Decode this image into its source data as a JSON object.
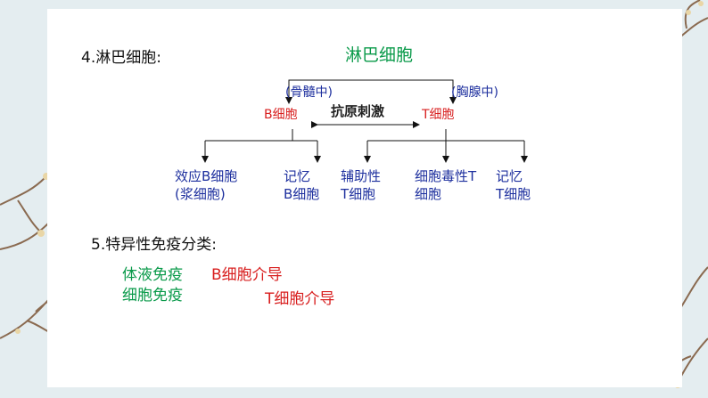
{
  "slide": {
    "heading_lymph": "4.淋巴细胞:",
    "heading_immunity": "5.特异性免疫分类:"
  },
  "diagram": {
    "root": "淋巴细胞",
    "origin_b": "(骨髓中)",
    "origin_t": "(胸腺中)",
    "b_cell": "B细胞",
    "t_cell": "T细胞",
    "stimulus": "抗原刺激",
    "children": {
      "effector_b_1": "效应B细胞",
      "effector_b_2": "(浆细胞)",
      "memory_b_1": "记忆",
      "memory_b_2": "B细胞",
      "helper_t_1": "辅助性",
      "helper_t_2": "T细胞",
      "cytotoxic_t_1": "细胞毒性T",
      "cytotoxic_t_2": "细胞",
      "memory_t_1": "记忆",
      "memory_t_2": "T细胞"
    }
  },
  "immunity": {
    "humoral": "体液免疫",
    "cellular": "细胞免疫",
    "b_mediated": "B细胞介导",
    "t_mediated": "T细胞介导"
  },
  "colors": {
    "green": "#0a9a4a",
    "red": "#d81e1e",
    "blue": "#1d2f9e",
    "background": "#e4edf0"
  }
}
